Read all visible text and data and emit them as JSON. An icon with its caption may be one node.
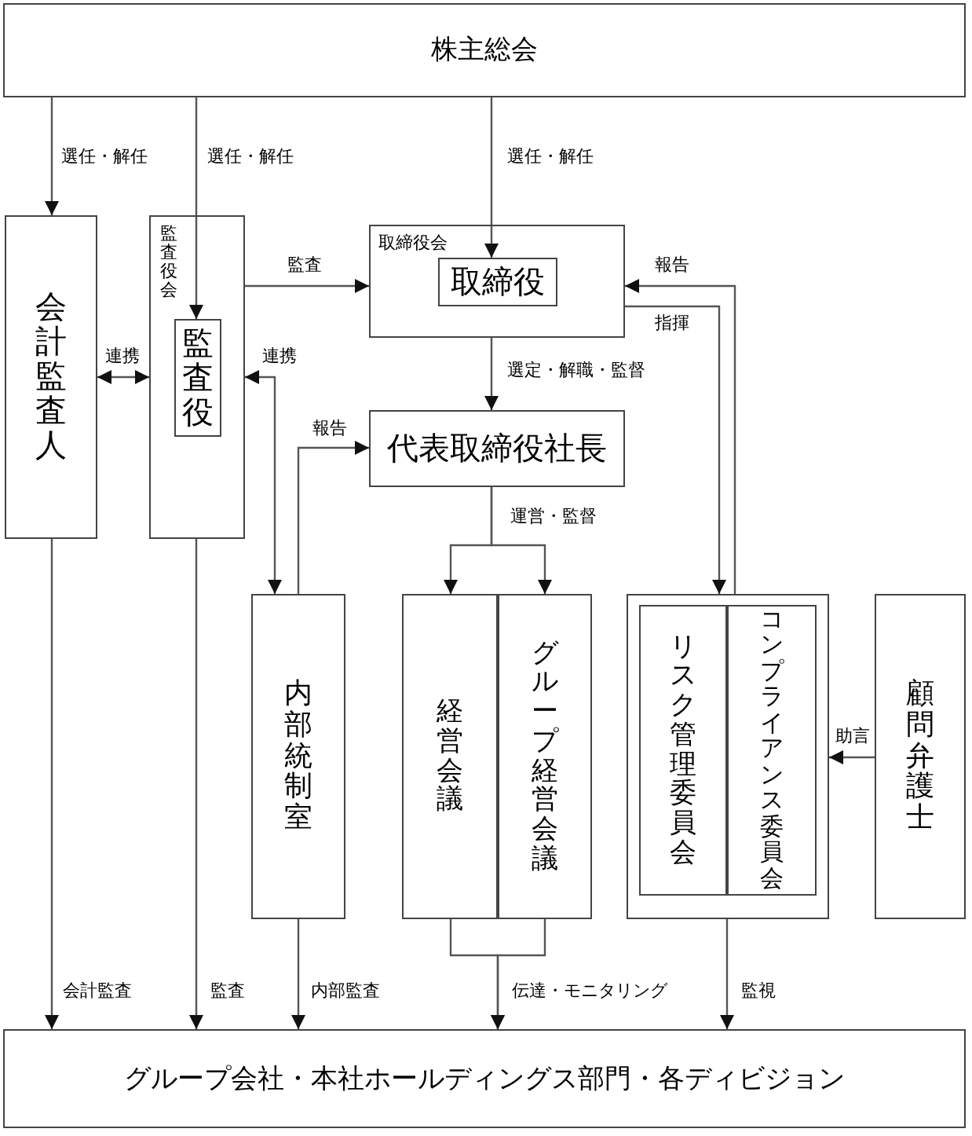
{
  "diagram": {
    "nodes": [
      {
        "text": [
          "株主総会"
        ]
      },
      {
        "text": [
          "会計監査人"
        ]
      },
      {
        "text": [
          "監査役会"
        ]
      },
      {
        "text": [
          "監査役"
        ],
        "in": 2
      },
      {
        "text": [
          "取締役会"
        ]
      },
      {
        "text": [
          "取締役"
        ],
        "in": 4
      },
      {
        "text": [
          "代表取締役社長"
        ]
      },
      {
        "text": [
          "内部統制室"
        ]
      },
      {
        "text": [
          "経営会議"
        ]
      },
      {
        "text": [
          "グループ経営会議"
        ]
      },
      {
        "text": [],
        "shape": "box"
      },
      {
        "text": [
          "リスク管理委員会"
        ],
        "in": 10
      },
      {
        "text": [
          "コンプライアンス委員会"
        ],
        "in": 10
      },
      {
        "text": [
          "顧問弁護士"
        ]
      },
      {
        "text": [
          "グループ会社・本社ホールディングス部門・各ディビジョン"
        ]
      }
    ],
    "edges": [
      {
        "from": 0,
        "to": 1,
        "arrow": "to",
        "label": "選任・解任"
      },
      {
        "from": 0,
        "to": 3,
        "arrow": "to",
        "label": "選任・解任"
      },
      {
        "from": 0,
        "to": 5,
        "arrow": "to",
        "label": "選任・解任"
      },
      {
        "from": 1,
        "to": 2,
        "arrow": "both",
        "label": "連携"
      },
      {
        "from": 7,
        "to": 2,
        "arrow": "both",
        "label": "連携"
      },
      {
        "from": 2,
        "to": 4,
        "arrow": "to",
        "label": "監査"
      },
      {
        "from": 4,
        "to": 6,
        "arrow": "to",
        "label": "選定・解職・監督"
      },
      {
        "from": 7,
        "to": 6,
        "arrow": "to",
        "label": "報告"
      },
      {
        "from": 6,
        "to": 8,
        "arrow": "to",
        "label": "運営・監督"
      },
      {
        "from": 6,
        "to": 9,
        "arrow": "to"
      },
      {
        "from": 10,
        "to": 4,
        "arrow": "to",
        "label": "報告"
      },
      {
        "from": 4,
        "to": 10,
        "arrow": "to",
        "label": "指揮"
      },
      {
        "from": 13,
        "to": 10,
        "arrow": "to",
        "label": "助言"
      },
      {
        "from": 1,
        "to": 14,
        "arrow": "to",
        "label": "会計監査"
      },
      {
        "from": 2,
        "to": 14,
        "arrow": "to",
        "label": "監査"
      },
      {
        "from": 7,
        "to": 14,
        "arrow": "to",
        "label": "内部監査"
      },
      {
        "from": 8,
        "to": 14,
        "arrow": "to",
        "label": "伝達・モニタリング"
      },
      {
        "from": 9,
        "to": 14,
        "arrow": "to"
      },
      {
        "from": 10,
        "to": 14,
        "arrow": "to",
        "label": "監視"
      }
    ]
  }
}
